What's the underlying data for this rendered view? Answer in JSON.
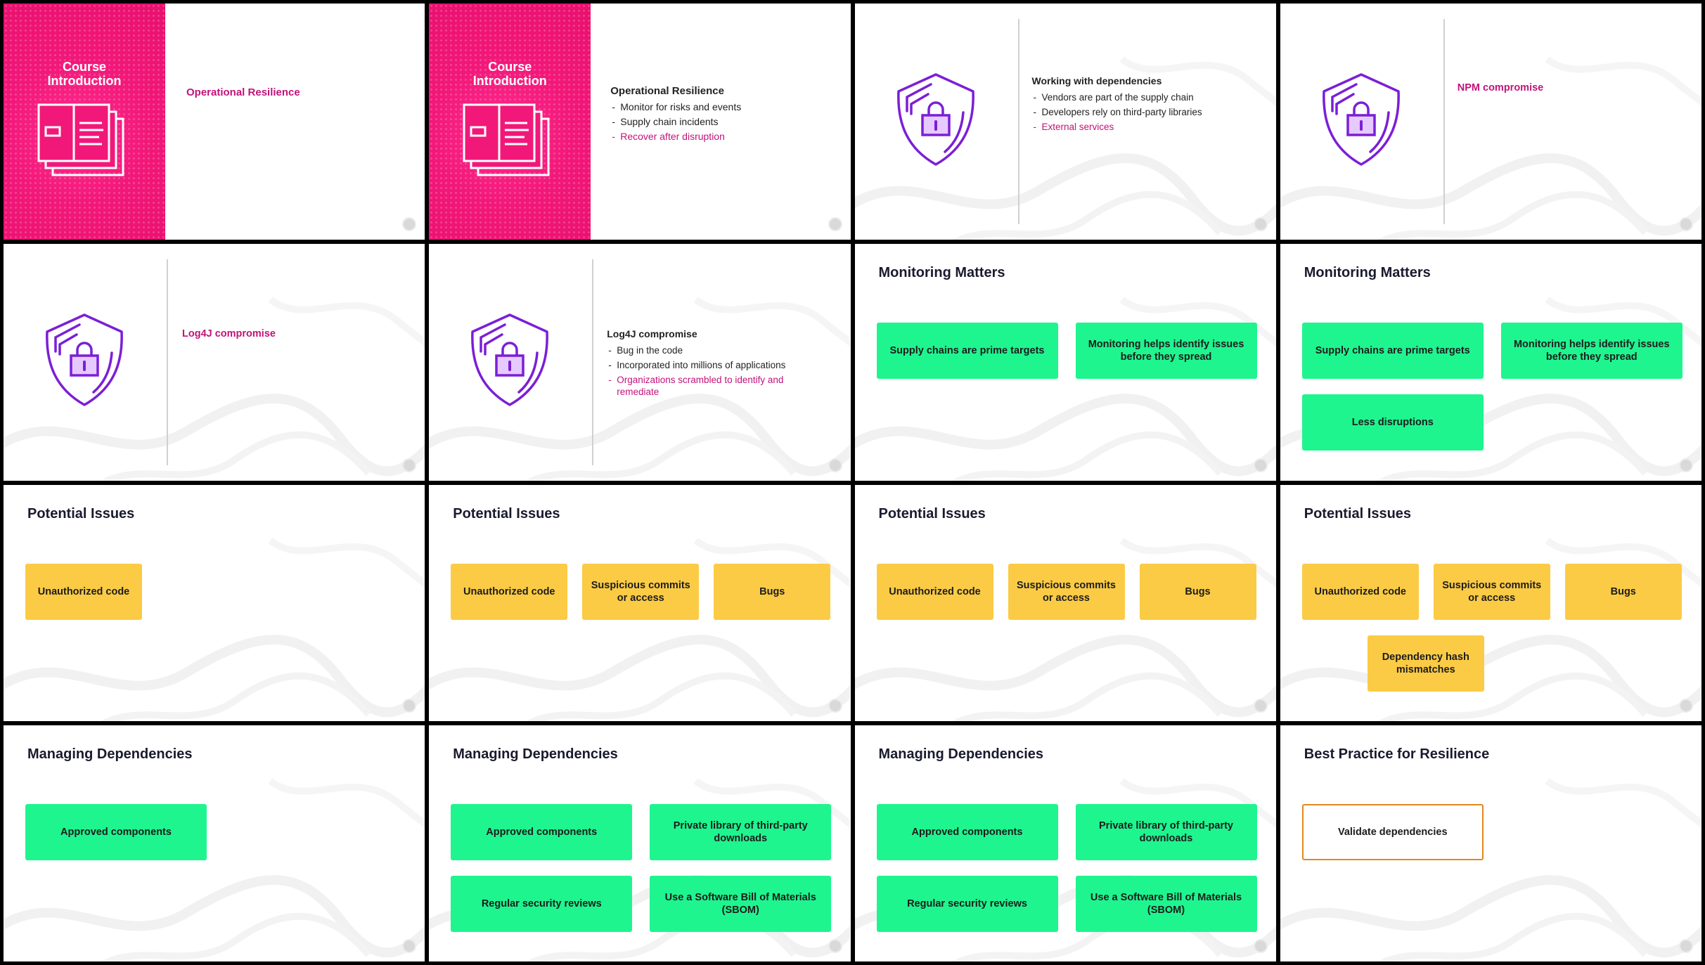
{
  "intro": {
    "title_line1": "Course",
    "title_line2": "Introduction"
  },
  "s1": {
    "text": "Operational Resilience"
  },
  "s2": {
    "title": "Operational Resilience",
    "items": [
      "Monitor for risks and events",
      "Supply chain incidents",
      "Recover after disruption"
    ]
  },
  "s3": {
    "title": "Working with dependencies",
    "items": [
      "Vendors are part of the supply chain",
      "Developers rely on third-party libraries",
      "External services"
    ]
  },
  "s4": {
    "text": "NPM compromise"
  },
  "s5": {
    "text": "Log4J compromise"
  },
  "s6": {
    "title": "Log4J compromise",
    "items": [
      "Bug in the code",
      "Incorporated into millions of applications",
      "Organizations scrambled to identify and remediate"
    ]
  },
  "monitoring": {
    "heading": "Monitoring Matters",
    "boxes": [
      "Supply chains are prime targets",
      "Monitoring helps identify issues before they spread",
      "Less disruptions"
    ]
  },
  "issues": {
    "heading": "Potential Issues",
    "boxes": [
      "Unauthorized code",
      "Suspicious commits or access",
      "Bugs",
      "Dependency hash mismatches"
    ]
  },
  "deps": {
    "heading": "Managing Dependencies",
    "boxes": [
      "Approved components",
      "Private library of third-party downloads",
      "Regular security reviews",
      "Use a Software Bill of Materials (SBOM)"
    ]
  },
  "best": {
    "heading": "Best Practice for Resilience",
    "box": "Validate dependencies"
  },
  "colors": {
    "pink": "#f2187a",
    "accent_text": "#c2127a",
    "green": "#1ef58f",
    "yellow": "#fbcb45",
    "orange": "#e08a1e",
    "purple": "#7b1fd6"
  }
}
